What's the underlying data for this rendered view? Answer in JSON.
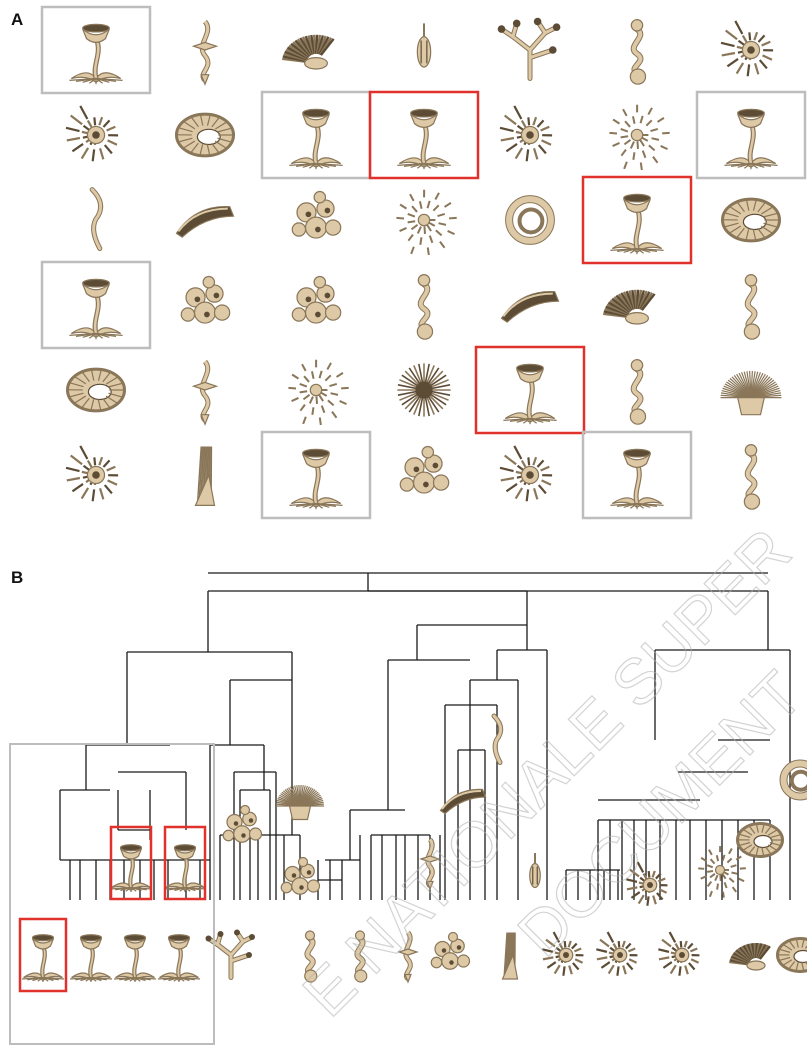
{
  "panels": {
    "a_label": "A",
    "b_label": "B"
  },
  "colors": {
    "form_fill": "#ddc9a6",
    "form_stroke": "#8a7658",
    "form_shadow": "#5c4c36",
    "highlight_red": "#e0312a",
    "highlight_gray": "#bdbdbd",
    "tree_line": "#1a1a1a",
    "watermark": "#bcbcbc"
  },
  "grid": {
    "rows": [
      [
        "flower",
        "twist",
        "fan",
        "pod",
        "branch",
        "chain",
        "shell"
      ],
      [
        "shell",
        "torus",
        "flower",
        "flower",
        "shell",
        "spiral",
        "flower"
      ],
      [
        "arc",
        "horn",
        "cluster",
        "spiral",
        "ring",
        "flower",
        "torus"
      ],
      [
        "flower",
        "cluster",
        "cluster",
        "chain",
        "horn",
        "fan",
        "chain"
      ],
      [
        "torus",
        "twist",
        "spiral",
        "burst",
        "flower",
        "chain",
        "bush"
      ],
      [
        "shell",
        "plume",
        "flower",
        "cluster",
        "shell",
        "flower",
        "chain"
      ]
    ],
    "highlights": [
      {
        "row": 0,
        "col": 0,
        "kind": "gray"
      },
      {
        "row": 1,
        "col": 2,
        "kind": "gray"
      },
      {
        "row": 1,
        "col": 3,
        "kind": "red"
      },
      {
        "row": 1,
        "col": 6,
        "kind": "gray"
      },
      {
        "row": 2,
        "col": 5,
        "kind": "red"
      },
      {
        "row": 3,
        "col": 0,
        "kind": "gray"
      },
      {
        "row": 4,
        "col": 4,
        "kind": "red"
      },
      {
        "row": 5,
        "col": 2,
        "kind": "gray"
      },
      {
        "row": 5,
        "col": 5,
        "kind": "gray"
      }
    ]
  },
  "tree": {
    "bottom_row": [
      "flower",
      "flower",
      "flower",
      "flower",
      "branch",
      "chain",
      "chain",
      "twist",
      "cluster",
      "plume",
      "shell",
      "shell",
      "shell",
      "fan",
      "torus"
    ],
    "bottom_row_highlight": {
      "index": 0,
      "kind": "red"
    },
    "leaf_forms": [
      {
        "form": "bush"
      },
      {
        "form": "cluster"
      },
      {
        "form": "cluster"
      },
      {
        "form": "flower",
        "highlight": "red"
      },
      {
        "form": "flower",
        "highlight": "red"
      },
      {
        "form": "arc"
      },
      {
        "form": "horn"
      },
      {
        "form": "twist"
      },
      {
        "form": "pod"
      },
      {
        "form": "shell"
      },
      {
        "form": "spiral"
      },
      {
        "form": "torus"
      },
      {
        "form": "ring"
      }
    ],
    "cluster_box": "gray"
  },
  "watermark": {
    "line1": "E NATIONALE SUPER",
    "line2": "DOCUMENT"
  }
}
